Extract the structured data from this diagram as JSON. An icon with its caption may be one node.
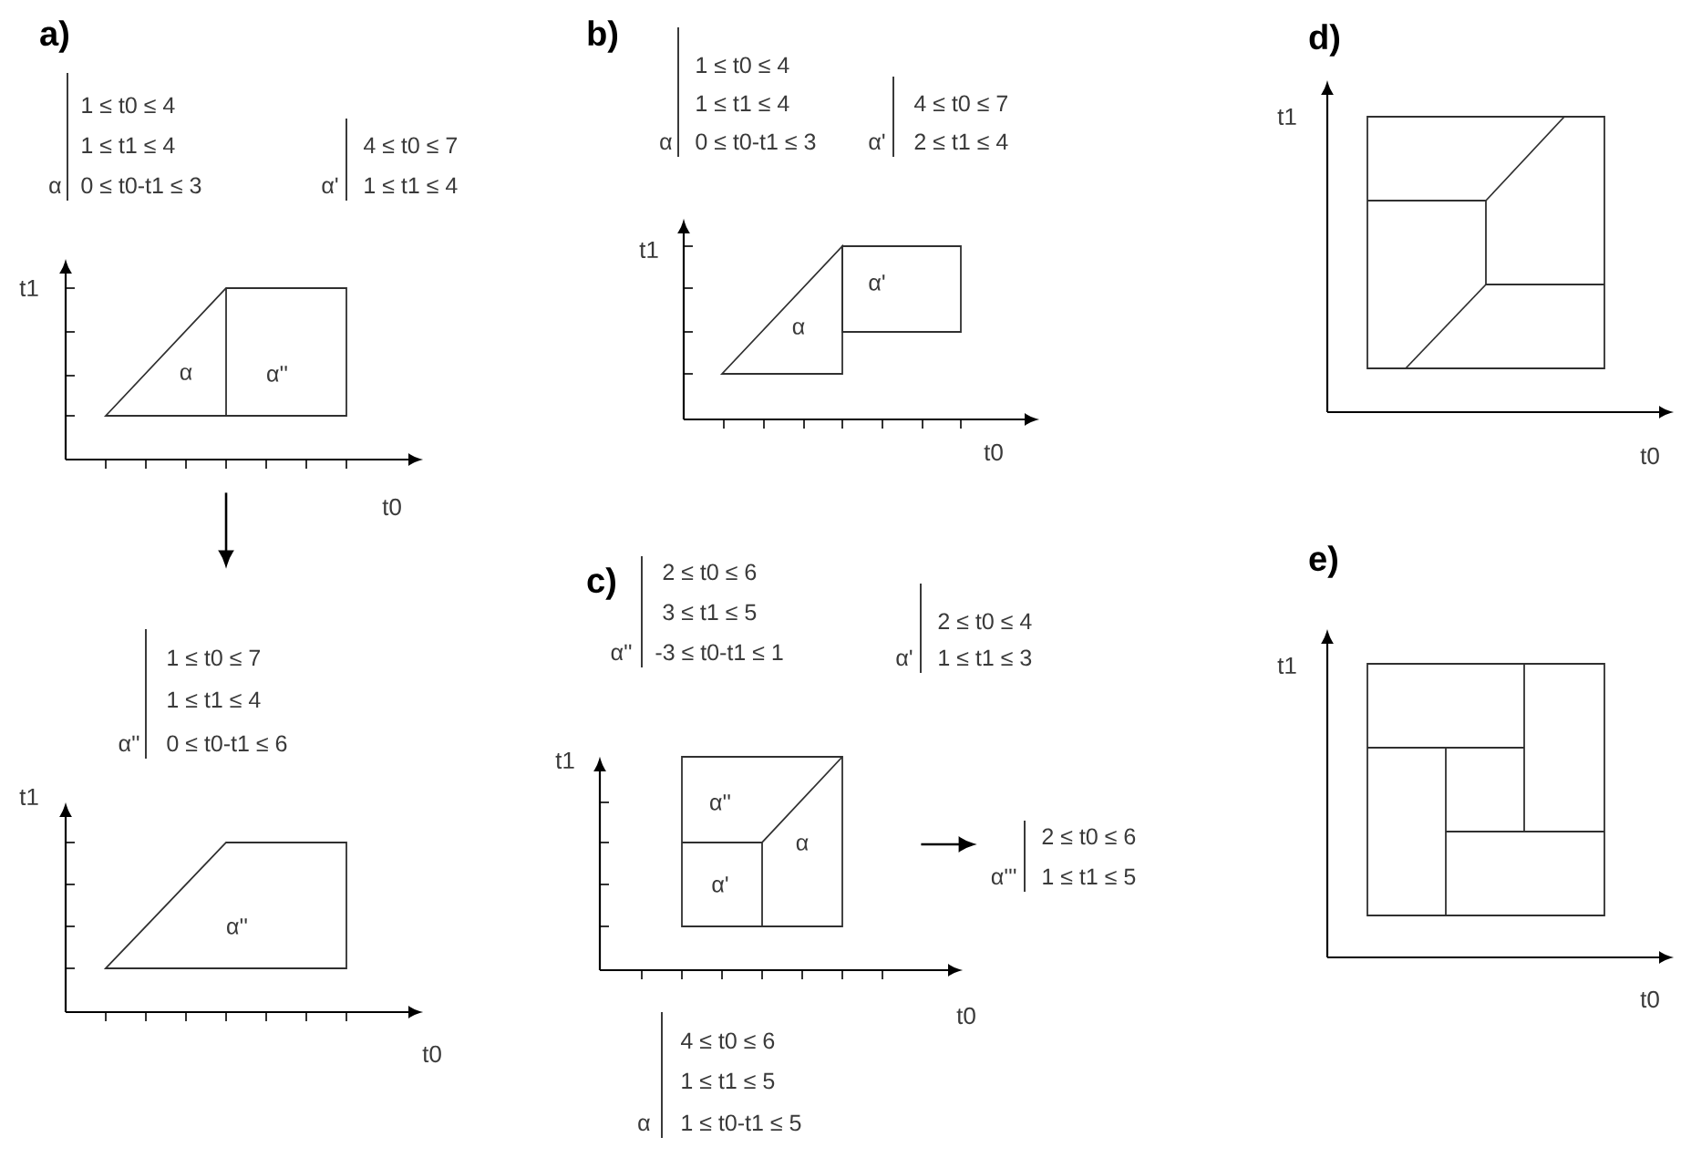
{
  "diagram": {
    "nodes": [
      {
        "text": [],
        "shape": "picture"
      },
      {
        "text": [
          "α''",
          "1 ≤ t0 ≤ 7",
          "1 ≤ t1 ≤ 4",
          "0 ≤ t0-t1 ≤ 6"
        ]
      },
      {
        "text": [],
        "shape": "picture"
      },
      {
        "text": [
          "α'''",
          "2 ≤ t0 ≤ 6",
          "1 ≤ t1 ≤ 5"
        ]
      }
    ],
    "edges": [
      {
        "from": 0,
        "to": 1,
        "arrow": "to"
      },
      {
        "from": 2,
        "to": 3,
        "arrow": "to"
      }
    ],
    "labels": [
      "a)",
      "α",
      "1 ≤ t0 ≤ 4",
      "1 ≤ t1 ≤ 4",
      "0 ≤ t0-t1 ≤ 3",
      "α'",
      "4 ≤ t0 ≤ 7",
      "1 ≤ t1 ≤ 4",
      "t1",
      "α",
      "α''",
      "t0",
      "t1",
      "α''",
      "t0",
      "b)",
      "α",
      "1 ≤ t0 ≤ 4",
      "1 ≤ t1 ≤ 4",
      "0 ≤ t0-t1 ≤ 3",
      "α'",
      "4 ≤ t0 ≤ 7",
      "2 ≤ t1 ≤ 4",
      "t1",
      "α'",
      "α",
      "t0",
      "c)",
      "α''",
      "2 ≤ t0 ≤ 6",
      "3 ≤ t1 ≤ 5",
      "-3 ≤ t0-t1 ≤ 1",
      "α'",
      "2 ≤ t0 ≤ 4",
      "1 ≤ t1 ≤ 3",
      "t1",
      "α''",
      "α",
      "α'",
      "t0",
      "α",
      "4 ≤ t0 ≤ 6",
      "1 ≤ t1 ≤ 5",
      "1 ≤ t0-t1 ≤ 5",
      "d)",
      "t1",
      "t0",
      "e)",
      "t1",
      "t0"
    ]
  }
}
